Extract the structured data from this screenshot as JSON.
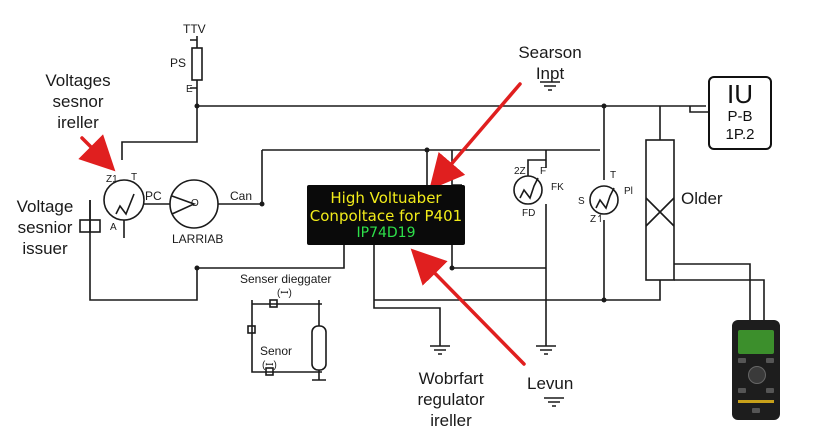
{
  "labels": {
    "ttv": "TTV",
    "ps": "PS",
    "e": "E",
    "voltages_sensor_ireller": [
      "Voltages",
      "sesnor",
      "ireller"
    ],
    "voltage_sensor_issuer": [
      "Voltage",
      "sesnior",
      "issuer"
    ],
    "pc": "PC",
    "can": "Can",
    "larriab": "LARRIAB",
    "sensor_diagram_title": "Senser dieggater",
    "sensor_diagram_sub": "(ꟷ)",
    "sensor_box": "Senor",
    "sensor_box_sub": "(ꟷ)",
    "searson_input": [
      "Searson",
      "Inpt"
    ],
    "older": "Older",
    "wobrfart": [
      "Wobrfart",
      "regulator",
      "ireller"
    ],
    "levun": "Levun",
    "zz": "2Z",
    "f": "F",
    "fk": "FK",
    "fd": "FD",
    "t_left": "T",
    "z1": "Z1",
    "a": "A",
    "o": "O",
    "s": "S",
    "t_right": "T",
    "p1": "Pl",
    "z_right": "Z↿"
  },
  "display": {
    "line1": "High Voltuaber",
    "line2": "Conpoltace for P401",
    "line3": "IP74D19"
  },
  "iu_box": {
    "line1": "IU",
    "line2": "P-B",
    "line3": "1P.2"
  },
  "colors": {
    "wire": "#1a1a1a",
    "arrow": "#e01f1f",
    "display_bg": "#0a0a0a",
    "display_text": "#f2ec1a",
    "display_code": "#2ee04a",
    "meter_body": "#1d1d1d",
    "meter_screen": "#3c8f2c"
  }
}
